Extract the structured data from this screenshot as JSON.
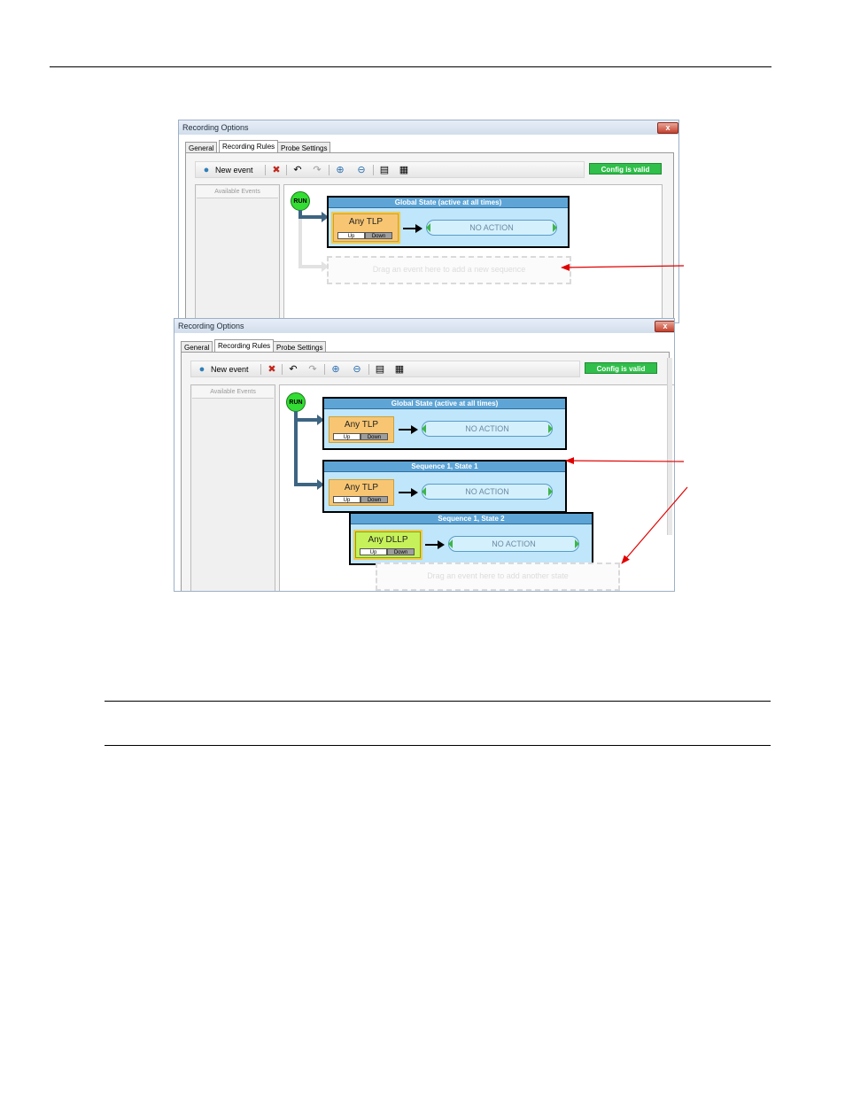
{
  "screenshots": [
    {
      "window_title": "Recording Options",
      "close_label": "x",
      "tabs": [
        "General",
        "Recording Rules",
        "Probe Settings"
      ],
      "toolbar": {
        "new_event_label": "New event",
        "config_status": "Config is valid"
      },
      "available_events_header": "Available Events",
      "run_label": "RUN",
      "states": [
        {
          "title": "Global State (active at all times)",
          "event_label": "Any TLP",
          "up_label": "Up",
          "down_label": "Down",
          "action_label": "NO ACTION"
        }
      ],
      "drop_hint": "Drag an event here to add a new sequence"
    },
    {
      "window_title": "Recording Options",
      "close_label": "x",
      "tabs": [
        "General",
        "Recording Rules",
        "Probe Settings"
      ],
      "toolbar": {
        "new_event_label": "New event",
        "config_status": "Config is valid"
      },
      "available_events_header": "Available Events",
      "run_label": "RUN",
      "states": [
        {
          "title": "Global State (active at all times)",
          "event_label": "Any TLP",
          "up_label": "Up",
          "down_label": "Down",
          "action_label": "NO ACTION"
        },
        {
          "title": "Sequence 1, State 1",
          "event_label": "Any TLP",
          "up_label": "Up",
          "down_label": "Down",
          "action_label": "NO ACTION"
        },
        {
          "title": "Sequence 1, State 2",
          "event_label": "Any DLLP",
          "up_label": "Up",
          "down_label": "Down",
          "action_label": "NO ACTION"
        }
      ],
      "drop_hint": "Drag an event here to add another state"
    }
  ],
  "colors": {
    "state_header": "#5ea5d6",
    "state_body": "#bfe6fb",
    "tlp_event": "#f8c673",
    "dllp_event": "#c6f15a",
    "config_valid": "#2fbf4a",
    "callout_arrow": "#e00000"
  },
  "icons": [
    "new-event-icon",
    "delete-icon",
    "undo-icon",
    "redo-icon",
    "zoom-in-icon",
    "zoom-out-icon",
    "print-icon",
    "properties-icon"
  ]
}
